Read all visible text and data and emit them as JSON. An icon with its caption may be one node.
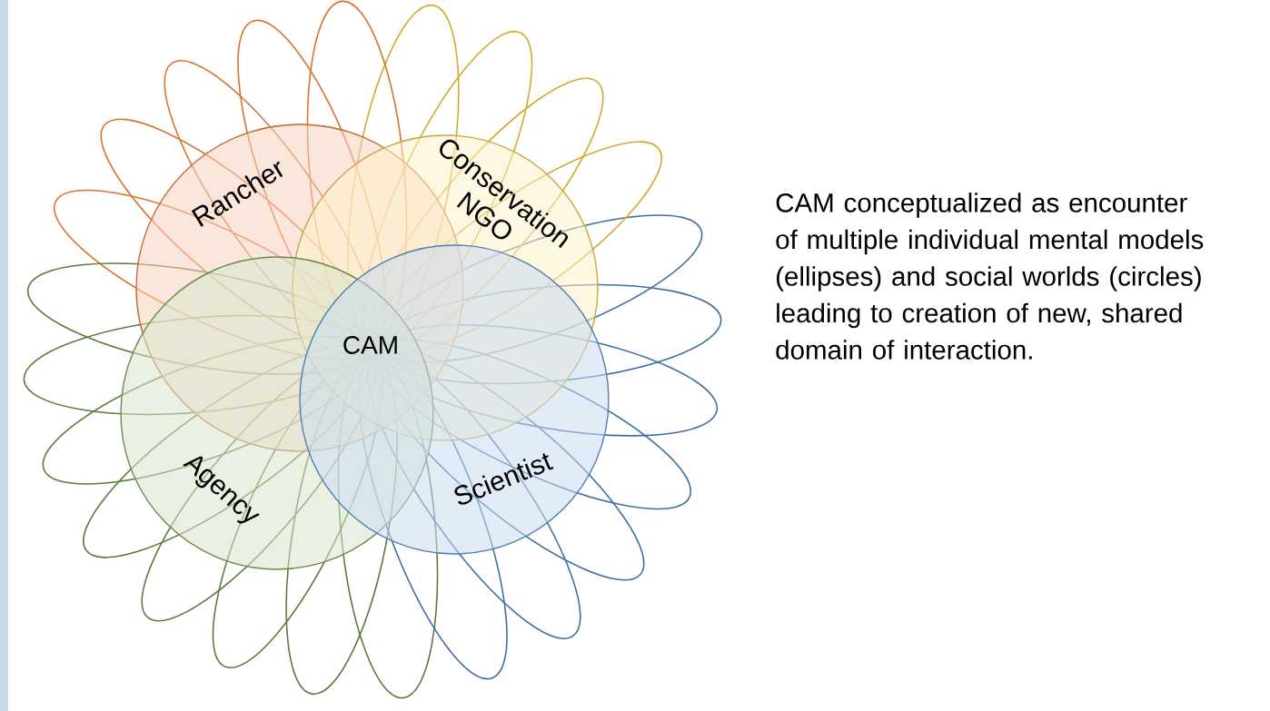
{
  "diagram": {
    "nodes": [
      {
        "text": [
          "Rancher"
        ]
      },
      {
        "text": [
          "Conservation NGO"
        ]
      },
      {
        "text": [
          "Agency"
        ]
      },
      {
        "text": [
          "Scientist"
        ]
      }
    ],
    "labels": [
      "CAM",
      "CAM conceptualized as encounter of multiple individual mental models (ellipses) and social worlds (circles) leading to creation of new, shared domain of interaction."
    ]
  }
}
